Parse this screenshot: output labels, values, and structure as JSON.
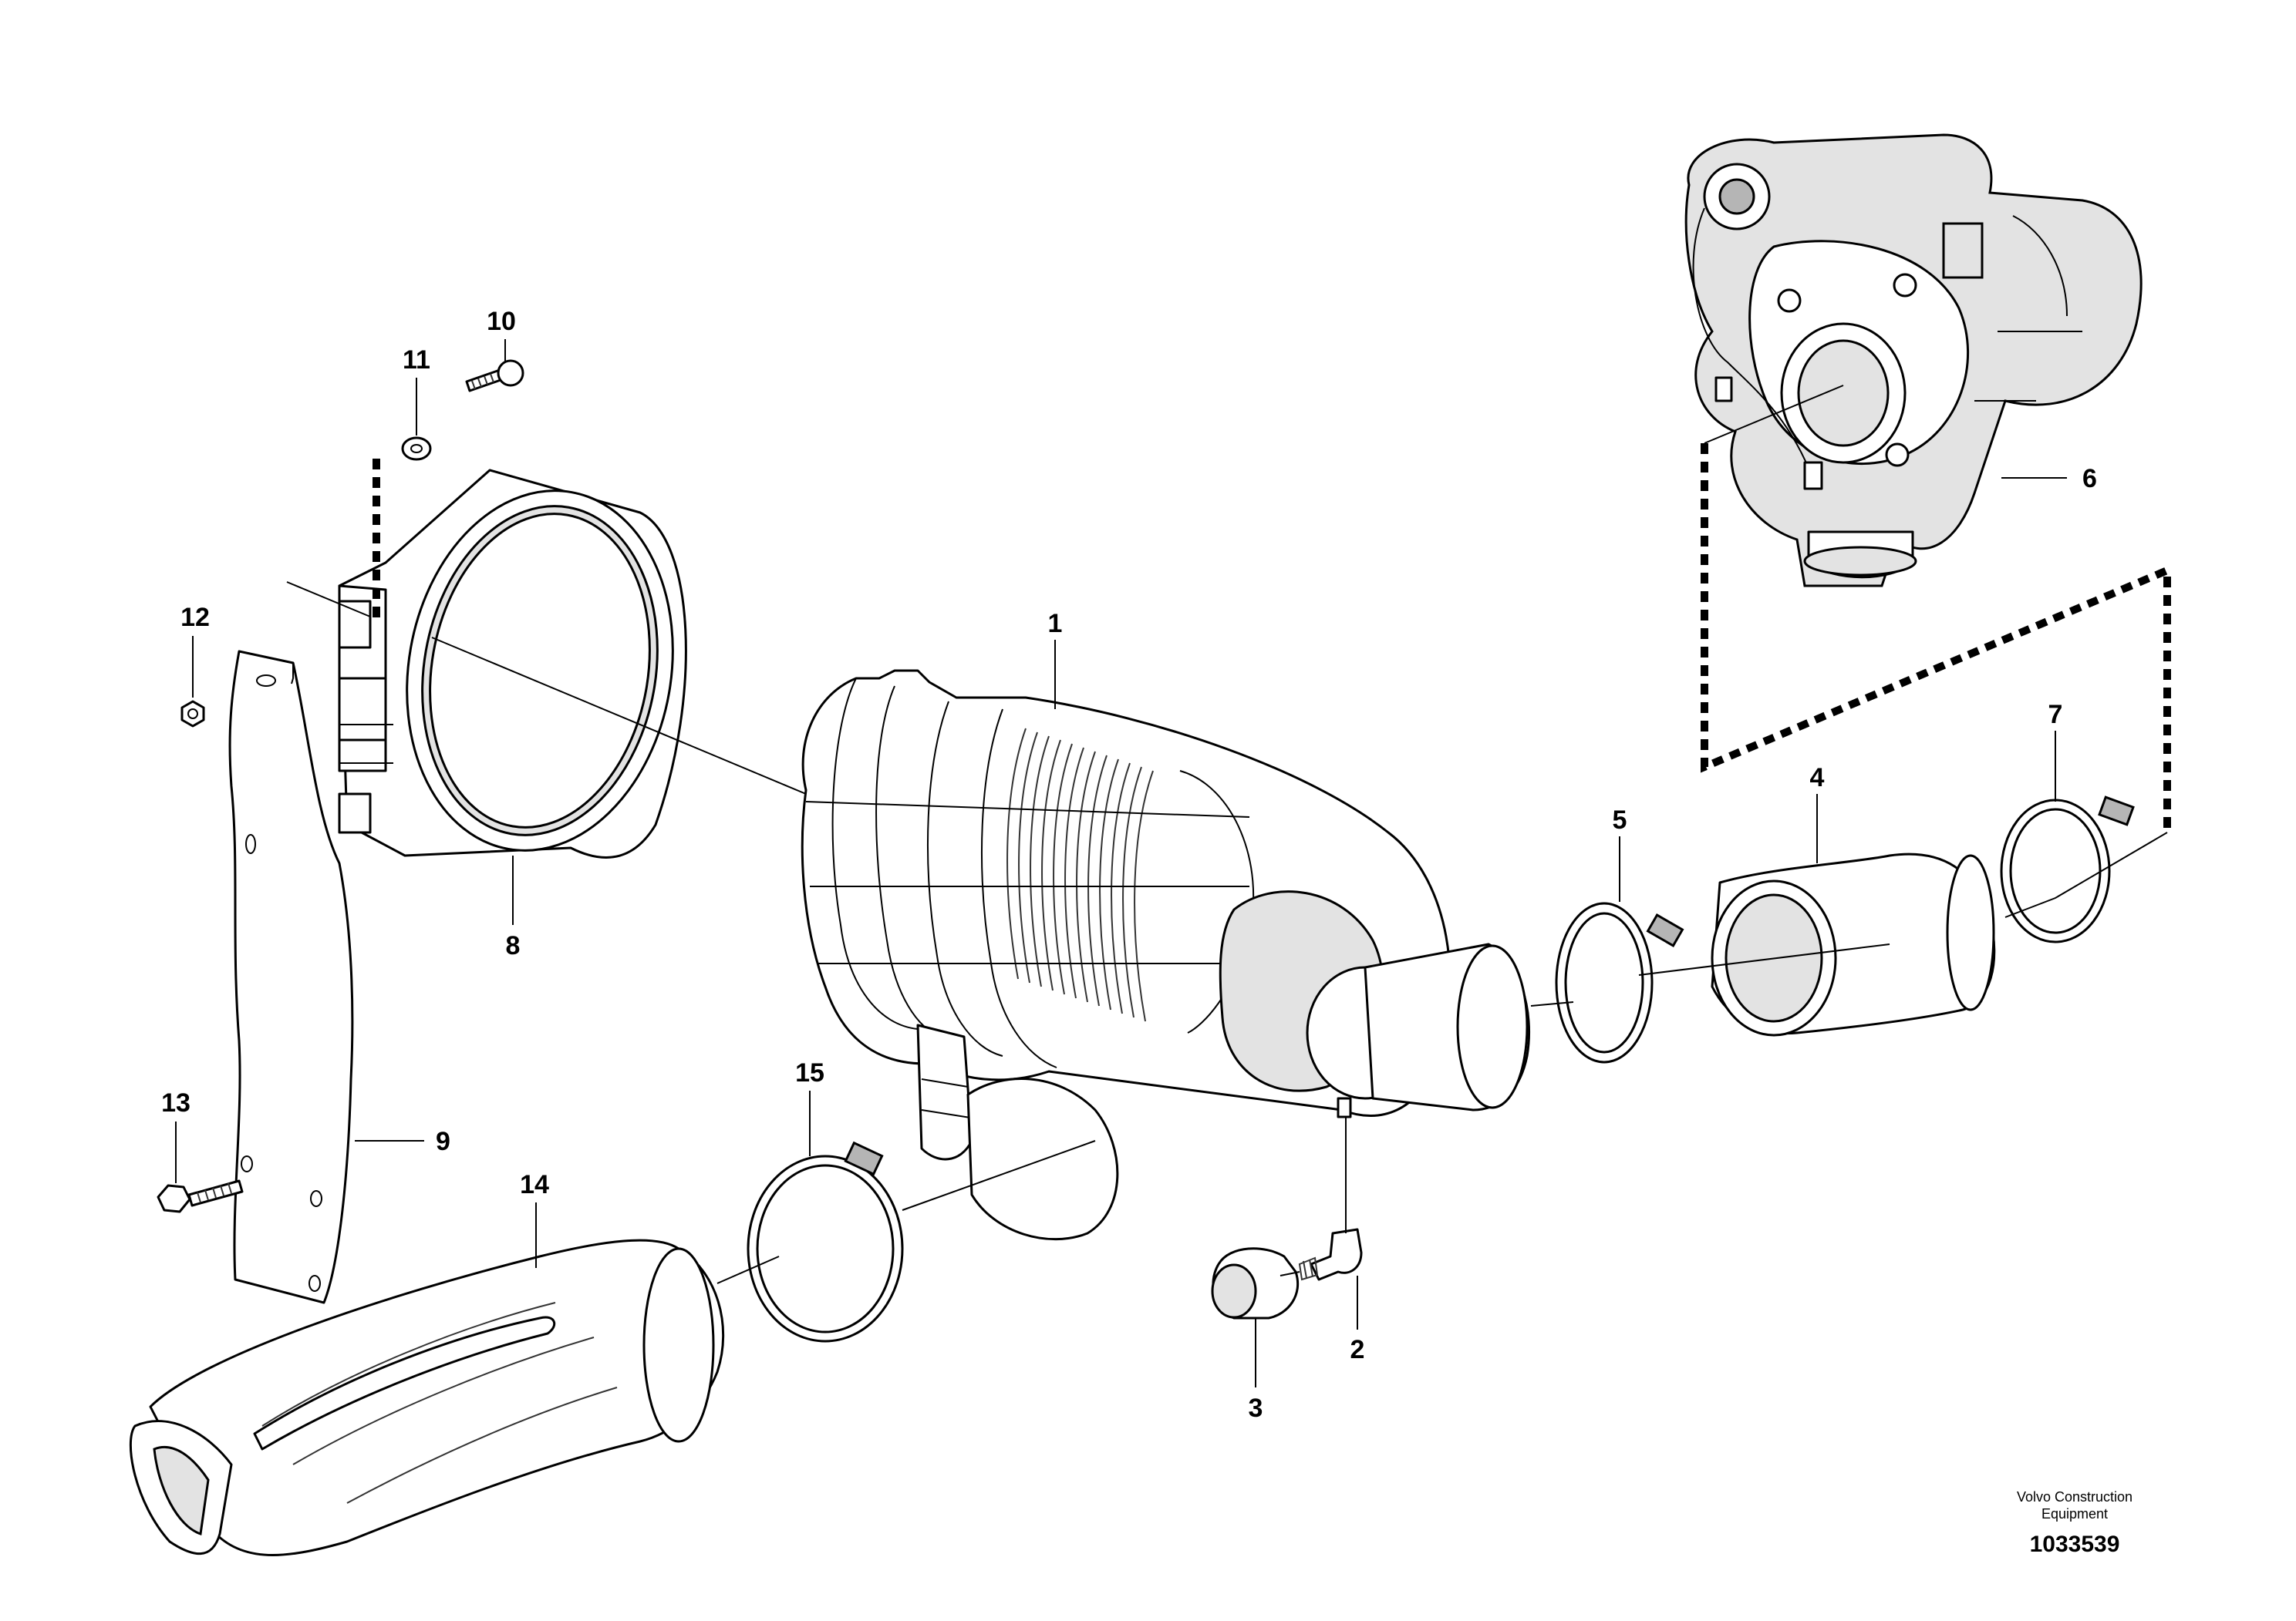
{
  "callouts": [
    "1",
    "2",
    "3",
    "4",
    "5",
    "6",
    "7",
    "8",
    "9",
    "10",
    "11",
    "12",
    "13",
    "14",
    "15"
  ],
  "credit": {
    "line1": "Volvo Construction",
    "line2": "Equipment"
  },
  "drawing_number": "1033539",
  "colors": {
    "line": "#000000",
    "background": "#ffffff"
  }
}
